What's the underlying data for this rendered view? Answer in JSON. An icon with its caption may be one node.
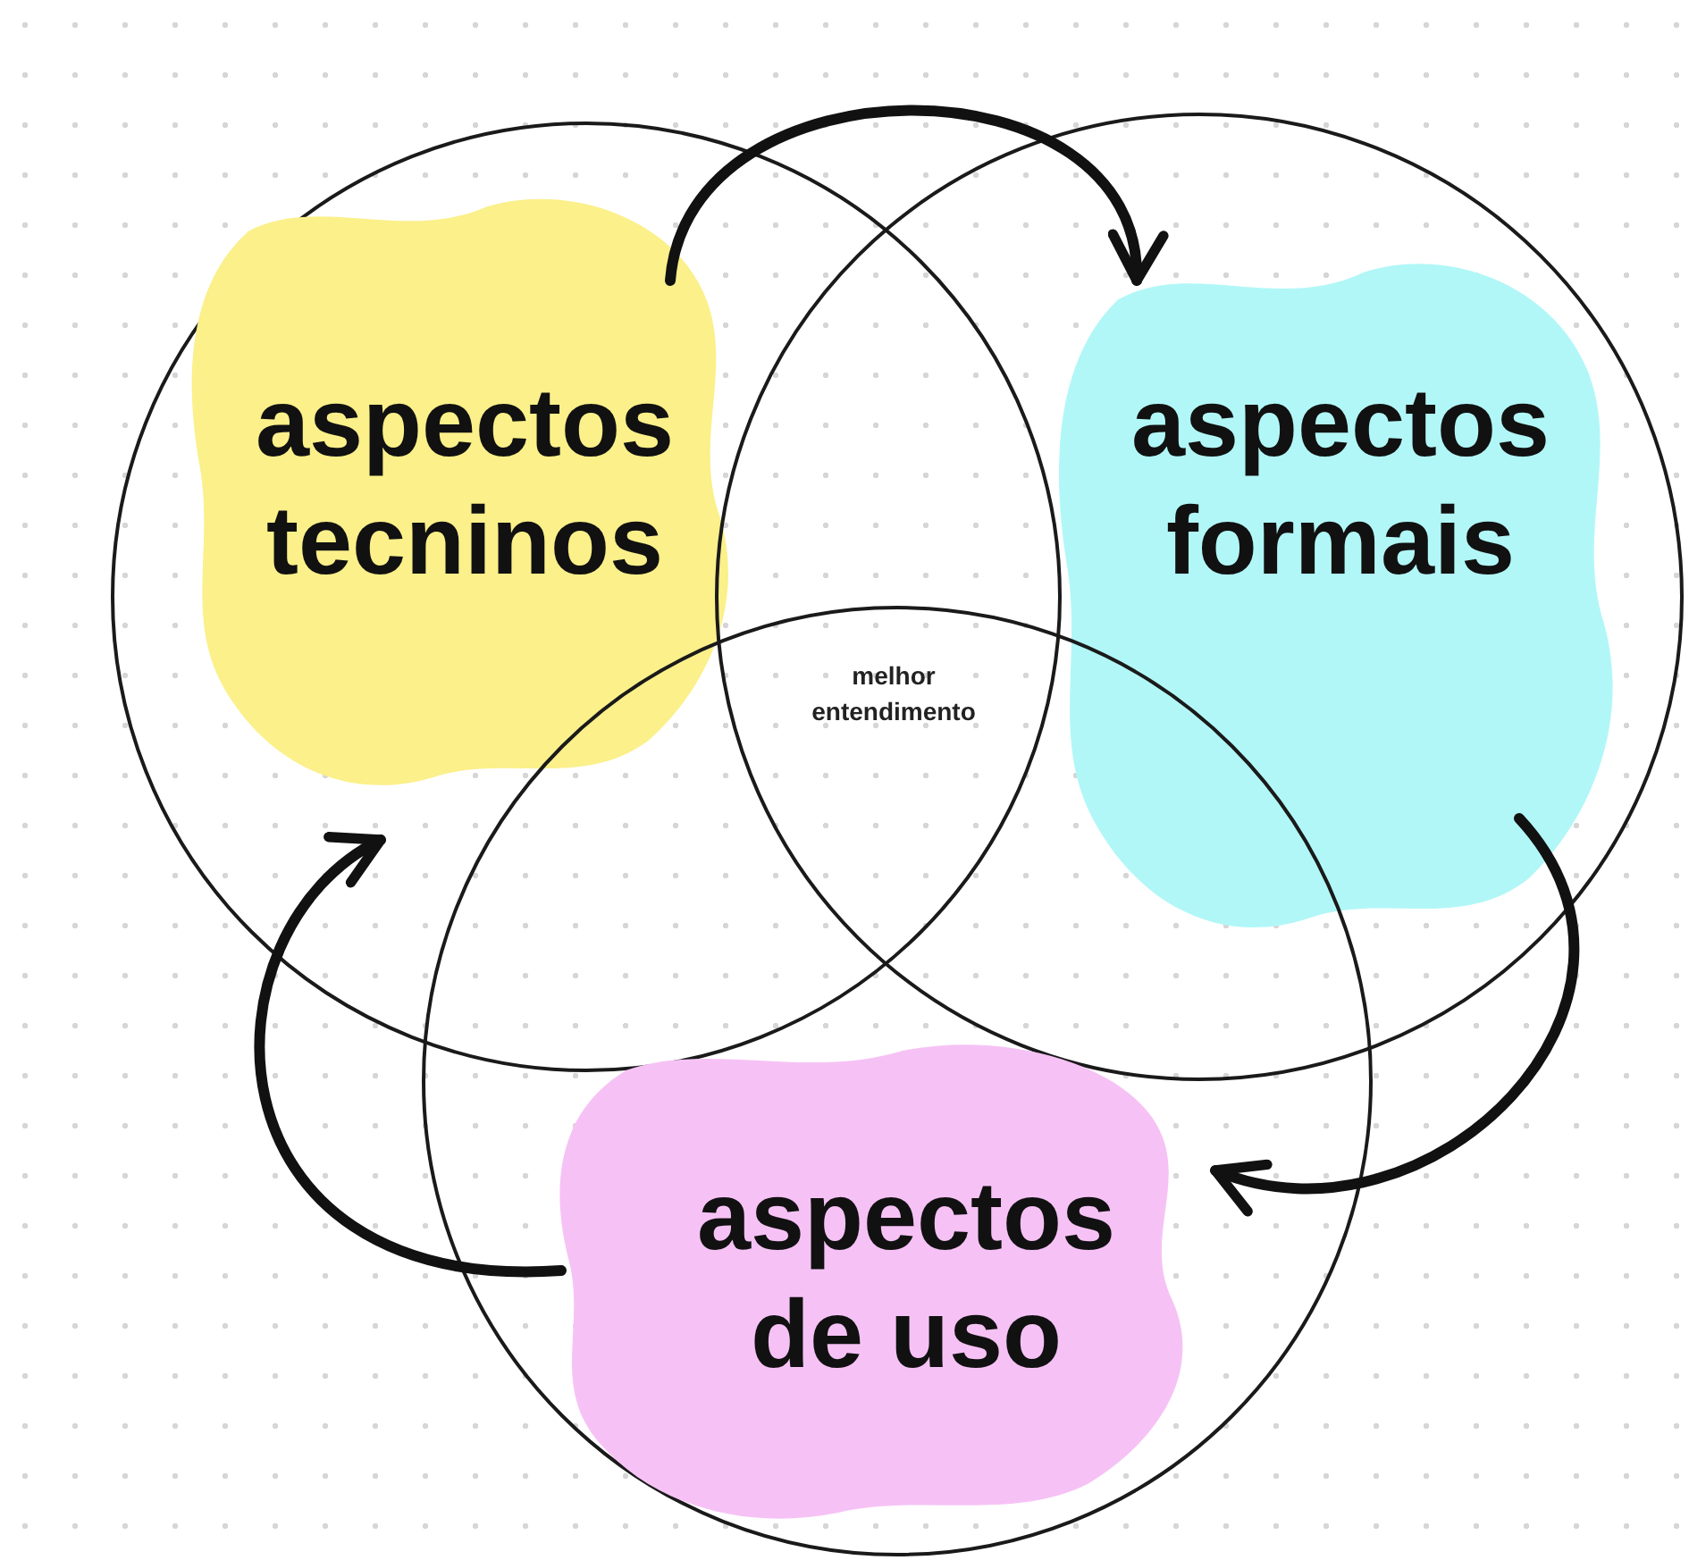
{
  "diagram": {
    "nodes": [
      {
        "text": [
          "aspectos tecninos"
        ]
      },
      {
        "text": [
          "aspectos formais"
        ]
      },
      {
        "text": [
          "aspectos de uso"
        ]
      }
    ],
    "edges": [
      {
        "from": 0,
        "to": 1,
        "arrow": "to"
      },
      {
        "from": 1,
        "to": 2,
        "arrow": "to"
      },
      {
        "from": 2,
        "to": 0,
        "arrow": "to"
      }
    ],
    "labels": [
      "melhor entendimento"
    ]
  }
}
